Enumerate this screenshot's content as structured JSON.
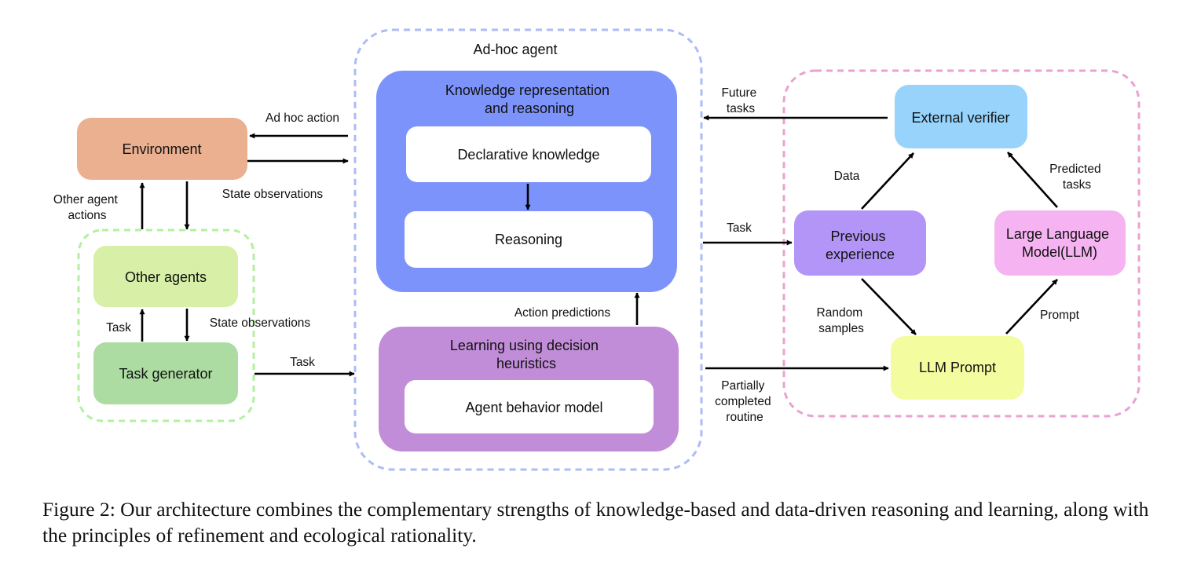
{
  "groups": {
    "adhoc_title": "Ad-hoc agent"
  },
  "nodes": {
    "environment": "Environment",
    "other_agents": "Other agents",
    "task_generator": "Task generator",
    "krr_title": [
      "Knowledge representation",
      "and reasoning"
    ],
    "declarative": "Declarative knowledge",
    "reasoning": "Reasoning",
    "learning_title": [
      "Learning using decision",
      "heuristics"
    ],
    "agent_behavior": "Agent behavior model",
    "external_verifier": "External verifier",
    "previous_experience": [
      "Previous",
      "experience"
    ],
    "llm": [
      "Large Language",
      "Model(LLM)"
    ],
    "llm_prompt": "LLM Prompt"
  },
  "edge_labels": {
    "ad_hoc_action": "Ad hoc action",
    "state_obs_1": "State observations",
    "other_agent_actions": [
      "Other agent",
      "actions"
    ],
    "task_1": "Task",
    "state_obs_2": "State observations",
    "task_2": "Task",
    "action_predictions": "Action predictions",
    "future_tasks": [
      "Future",
      "tasks"
    ],
    "task_3": "Task",
    "partially_completed": [
      "Partially",
      "completed",
      "routine"
    ],
    "data": "Data",
    "predicted_tasks": [
      "Predicted",
      "tasks"
    ],
    "random_samples": [
      "Random",
      "samples"
    ],
    "prompt": "Prompt"
  },
  "caption": "Figure 2: Our architecture combines the complementary strengths of knowledge-based and data-driven reasoning and learning, along with the principles of refinement and ecological rationality.",
  "colors": {
    "environment": "#ebb08f",
    "other_agents": "#d7efa6",
    "task_generator": "#acdca1",
    "krr": "#7b93fb",
    "learning": "#c28dd8",
    "external_verifier": "#97d3fb",
    "previous_experience": "#b295f6",
    "llm": "#f6b3f2",
    "llm_prompt": "#f4fca0",
    "green_dash": "#b3f0a0",
    "blue_dash": "#aebcf5",
    "pink_dash": "#eaa2d2"
  }
}
